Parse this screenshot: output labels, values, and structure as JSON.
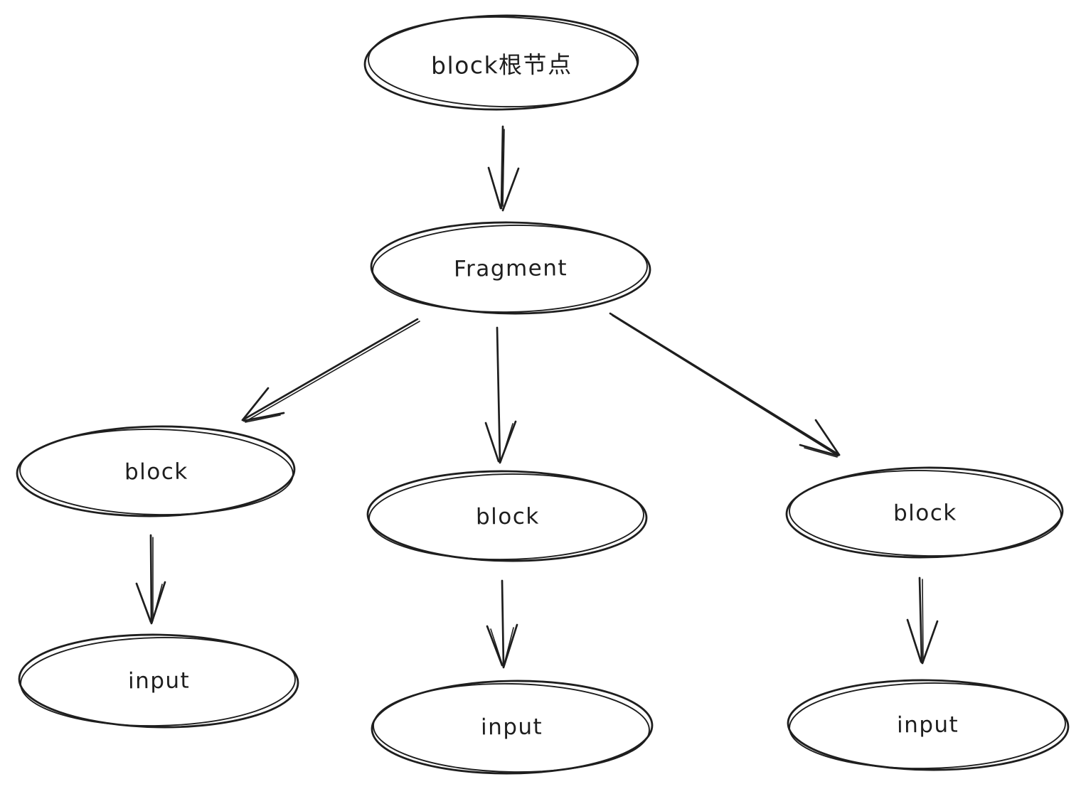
{
  "diagram": {
    "nodes": {
      "root": {
        "label": "block根节点",
        "shape": "ellipse"
      },
      "fragment": {
        "label": "Fragment",
        "shape": "ellipse"
      },
      "block_left": {
        "label": "block",
        "shape": "ellipse"
      },
      "block_middle": {
        "label": "block",
        "shape": "ellipse"
      },
      "block_right": {
        "label": "block",
        "shape": "ellipse"
      },
      "input_left": {
        "label": "input",
        "shape": "ellipse"
      },
      "input_middle": {
        "label": "input",
        "shape": "ellipse"
      },
      "input_right": {
        "label": "input",
        "shape": "ellipse"
      }
    },
    "edges": [
      {
        "from": "root",
        "to": "fragment"
      },
      {
        "from": "fragment",
        "to": "block_left"
      },
      {
        "from": "fragment",
        "to": "block_middle"
      },
      {
        "from": "fragment",
        "to": "block_right"
      },
      {
        "from": "block_left",
        "to": "input_left"
      },
      {
        "from": "block_middle",
        "to": "input_middle"
      },
      {
        "from": "block_right",
        "to": "input_right"
      }
    ],
    "style": {
      "ink_color": "#1e1e1e",
      "background_color": "#ffffff",
      "stroke_style": "hand-drawn"
    }
  }
}
